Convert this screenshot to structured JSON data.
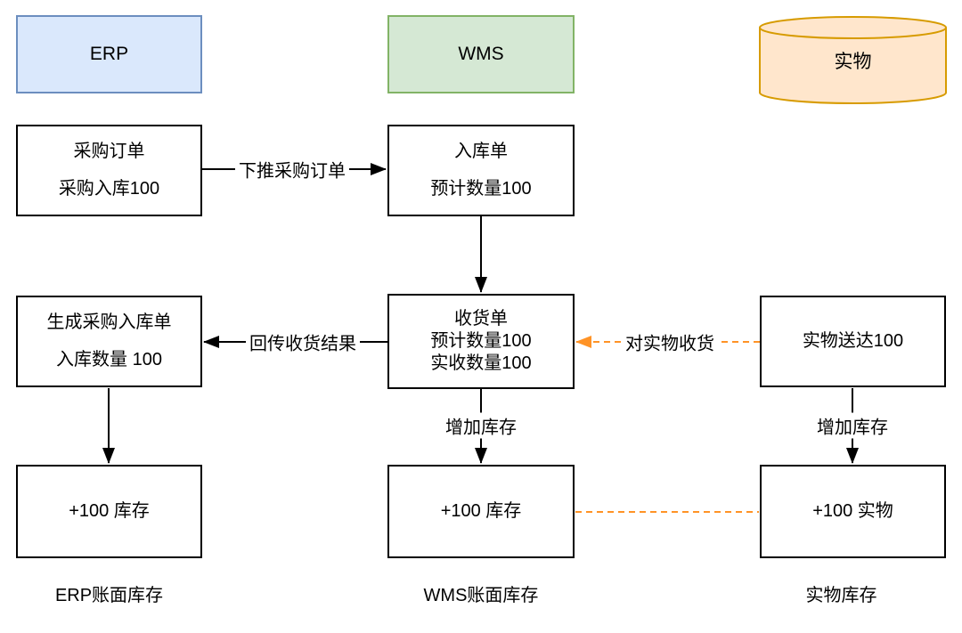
{
  "colors": {
    "erp_fill": "#dae8fc",
    "erp_border": "#6c8ebf",
    "wms_fill": "#d5e8d4",
    "wms_border": "#82b366",
    "physical_fill": "#ffe6cc",
    "physical_border": "#d79b00",
    "node_border": "#000000",
    "node_fill": "#ffffff",
    "edge_color": "#000000",
    "dashed_edge_color": "#ff9326",
    "text_color": "#000000"
  },
  "headers": {
    "erp": "ERP",
    "wms": "WMS",
    "physical": "实物"
  },
  "nodes": {
    "purchase_order": {
      "lines": [
        "采购订单",
        "采购入库100"
      ]
    },
    "inbound_order": {
      "lines": [
        "入库单",
        "预计数量100"
      ]
    },
    "generate_purchase_inbound": {
      "lines": [
        "生成采购入库单",
        "入库数量 100"
      ]
    },
    "receipt_note": {
      "lines": [
        "收货单",
        "预计数量100",
        "实收数量100"
      ]
    },
    "physical_delivered": {
      "label": "实物送达100"
    },
    "erp_stock": {
      "label": "+100 库存"
    },
    "wms_stock": {
      "label": "+100 库存"
    },
    "physical_stock": {
      "label": "+100 实物"
    }
  },
  "edge_labels": {
    "push_purchase_order": "下推采购订单",
    "return_receiving_result": "回传收货结果",
    "receive_against_physical": "对实物收货",
    "increase_stock_wms": "增加库存",
    "increase_stock_physical": "增加库存"
  },
  "captions": {
    "erp_book_stock": "ERP账面库存",
    "wms_book_stock": "WMS账面库存",
    "physical_stock": "实物库存"
  }
}
